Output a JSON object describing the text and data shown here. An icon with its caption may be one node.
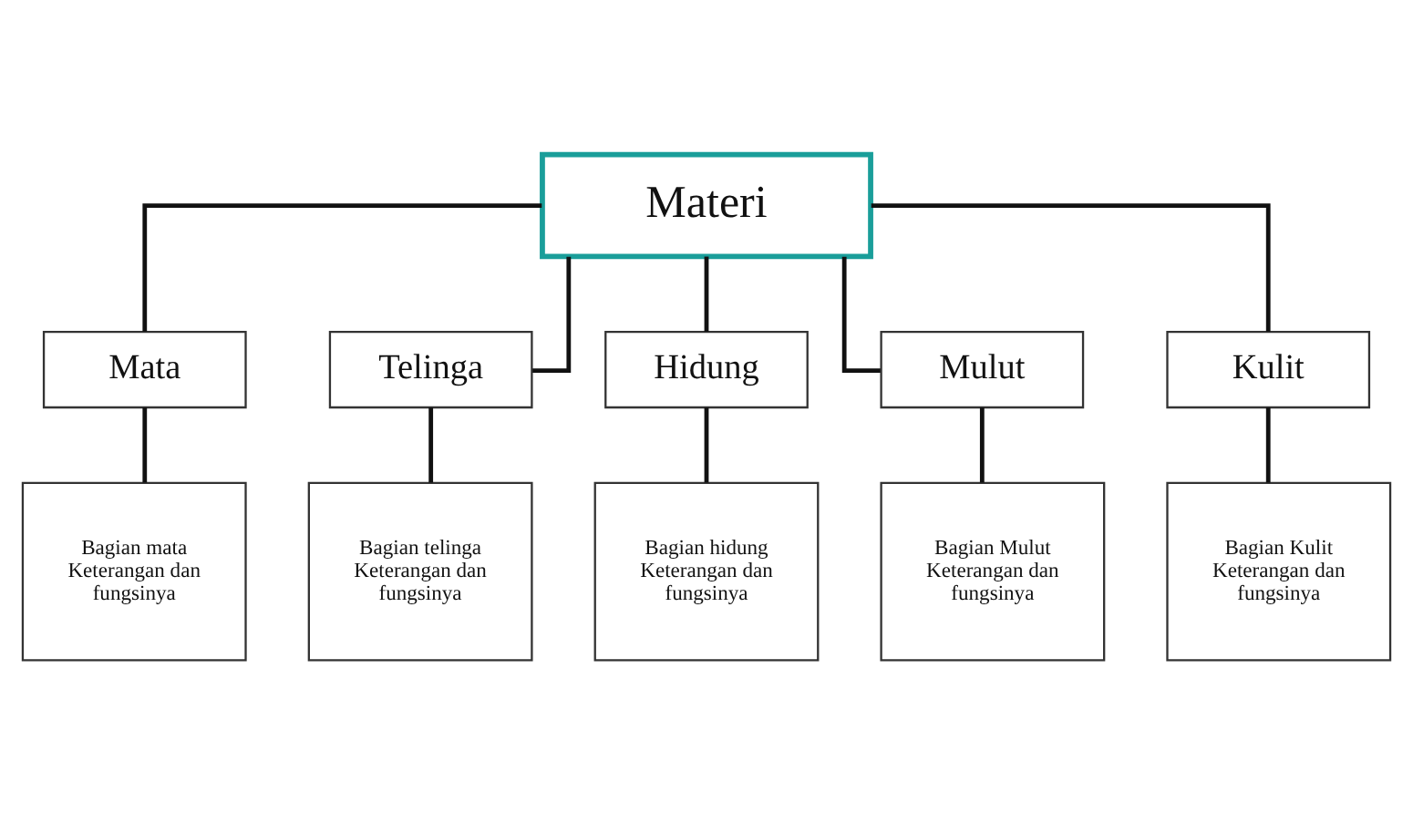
{
  "diagram": {
    "nodes": [
      {
        "text": [
          "Materi"
        ]
      },
      {
        "text": [
          "Mata"
        ]
      },
      {
        "text": [
          "Telinga"
        ]
      },
      {
        "text": [
          "Hidung"
        ]
      },
      {
        "text": [
          "Mulut"
        ]
      },
      {
        "text": [
          "Kulit"
        ]
      },
      {
        "text": [
          "Bagian mata Keterangan dan fungsinya"
        ]
      },
      {
        "text": [
          "Bagian telinga Keterangan dan fungsinya"
        ]
      },
      {
        "text": [
          "Bagian hidung Keterangan dan fungsinya"
        ]
      },
      {
        "text": [
          "Bagian Mulut Keterangan dan fungsinya"
        ]
      },
      {
        "text": [
          "Bagian Kulit Keterangan dan fungsinya"
        ]
      }
    ],
    "edges": [
      {
        "from": 0,
        "to": 1,
        "arrow": "none"
      },
      {
        "from": 0,
        "to": 2,
        "arrow": "none"
      },
      {
        "from": 0,
        "to": 3,
        "arrow": "none"
      },
      {
        "from": 0,
        "to": 4,
        "arrow": "none"
      },
      {
        "from": 0,
        "to": 5,
        "arrow": "none"
      },
      {
        "from": 1,
        "to": 6,
        "arrow": "none"
      },
      {
        "from": 2,
        "to": 7,
        "arrow": "none"
      },
      {
        "from": 3,
        "to": 8,
        "arrow": "none"
      },
      {
        "from": 4,
        "to": 9,
        "arrow": "none"
      },
      {
        "from": 5,
        "to": 10,
        "arrow": "none"
      }
    ]
  }
}
